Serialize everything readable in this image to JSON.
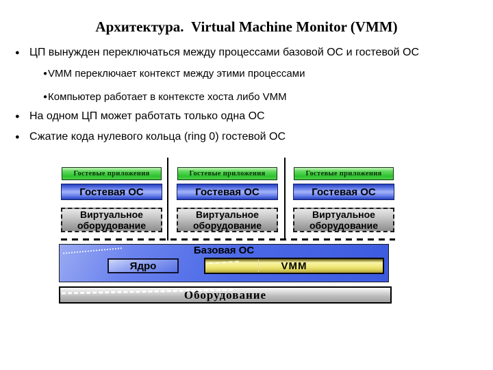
{
  "title": "Архитектура.  Virtual Machine Monitor (VMM)",
  "bullets": {
    "items": [
      {
        "level": 1,
        "text": "ЦП вынужден переключаться между процессами базовой ОС и гостевой ОС"
      },
      {
        "level": 2,
        "text": "VMM переключает контекст между этими процессами"
      },
      {
        "level": 2,
        "text": "Компьютер работает в контексте хоста либо VMM"
      },
      {
        "level": 1,
        "text": "На одном ЦП может работать только одна ОС"
      },
      {
        "level": 1,
        "text": "Сжатие кода нулевого кольца (ring 0) гостевой ОС"
      }
    ]
  },
  "diagram": {
    "vm_columns": [
      {
        "guest_apps_label": "Гостевые приложения",
        "guest_os_label": "Гостевая ОС",
        "virtual_hw_label": "Виртуальное оборудование"
      },
      {
        "guest_apps_label": "Гостевые приложения",
        "guest_os_label": "Гостевая ОС",
        "virtual_hw_label": "Виртуальное оборудование"
      },
      {
        "guest_apps_label": "Гостевые приложения",
        "guest_os_label": "Гостевая ОС",
        "virtual_hw_label": "Виртуальное оборудование"
      }
    ],
    "host_os_label": "Базовая ОС",
    "kernel_label": "Ядро",
    "vmm_label": "VMM",
    "hardware_label": "Оборудование",
    "colors": {
      "guest_apps_green": "#3ecb3e",
      "guest_os_blue": "#4a67e0",
      "virtual_hw_gray": "#b5b5b5",
      "host_os_blue": "#4a68e6",
      "kernel_blue": "#8194ee",
      "vmm_yellow": "#f1ea7e",
      "hardware_gray": "#b9b9b9",
      "text_black": "#000000"
    }
  }
}
